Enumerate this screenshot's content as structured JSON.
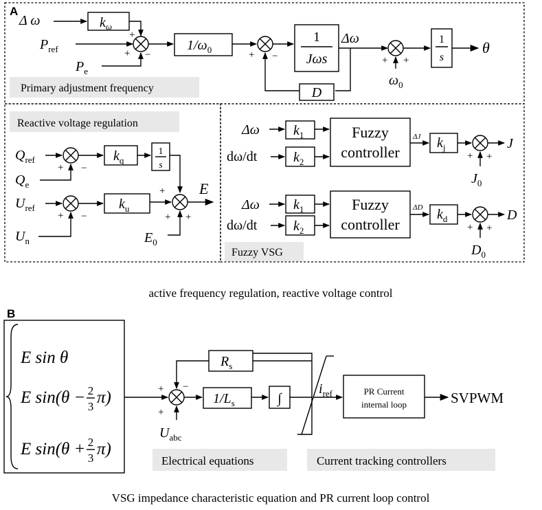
{
  "panel_a": {
    "letter": "A",
    "primary": {
      "inputs": {
        "delta_omega": "Δ ω",
        "p_ref": "P",
        "p_ref_sub": "ref",
        "p_e": "P",
        "p_e_sub": "e"
      },
      "k_omega": "k",
      "k_omega_sub": "ω",
      "inv_omega0": "1/ω",
      "inv_omega0_sub": "0",
      "j_num": "1",
      "j_den": "Jωs",
      "delta_omega_out": "Δω",
      "int_num": "1",
      "int_den": "s",
      "theta": "θ",
      "d_block": "D",
      "omega0": "ω",
      "omega0_sub": "0",
      "label": "Primary adjustment frequency"
    },
    "reactive": {
      "label": "Reactive voltage regulation",
      "q_ref": "Q",
      "q_ref_sub": "ref",
      "q_e": "Q",
      "q_e_sub": "e",
      "k_q": "k",
      "k_q_sub": "q",
      "int_num": "1",
      "int_den": "s",
      "u_ref": "U",
      "u_ref_sub": "ref",
      "u_n": "U",
      "u_n_sub": "n",
      "k_u": "k",
      "k_u_sub": "u",
      "e_out": "E",
      "e0": "E",
      "e0_sub": "0"
    },
    "fuzzy": {
      "label": "Fuzzy VSG",
      "delta_omega": "Δω",
      "domega_dt": "dω/dt",
      "k1": "k",
      "k1_sub": "1",
      "k2": "k",
      "k2_sub": "2",
      "controller_line1": "Fuzzy",
      "controller_line2": "controller",
      "delta_j": "ΔJ",
      "delta_d": "ΔD",
      "kj": "k",
      "kj_sub": "j",
      "kd": "k",
      "kd_sub": "d",
      "j_out": "J",
      "d_out": "D",
      "j0": "J",
      "j0_sub": "0",
      "d0": "D",
      "d0_sub": "0"
    },
    "caption": "active frequency regulation, reactive voltage control"
  },
  "panel_b": {
    "letter": "B",
    "equations": {
      "eq1": "E sin θ",
      "eq2_pre": "E sin(θ −",
      "eq3_pre": "E sin(θ +",
      "frac_num": "2",
      "frac_den": "3",
      "eq_post": "π)"
    },
    "r_s": "R",
    "r_s_sub": "s",
    "inv_ls": "1/L",
    "inv_ls_sub": "s",
    "integral": "∫",
    "i_ref": "i",
    "i_ref_sub": "ref",
    "u_abc": "U",
    "u_abc_sub": "abc",
    "pr_line1": "PR Current",
    "pr_line2": "internal loop",
    "svpwm": "SVPWM",
    "label_electrical": "Electrical equations",
    "label_current": "Current tracking controllers",
    "caption": "VSG impedance characteristic equation and PR current loop control"
  },
  "signs": {
    "plus": "+",
    "minus": "−"
  }
}
